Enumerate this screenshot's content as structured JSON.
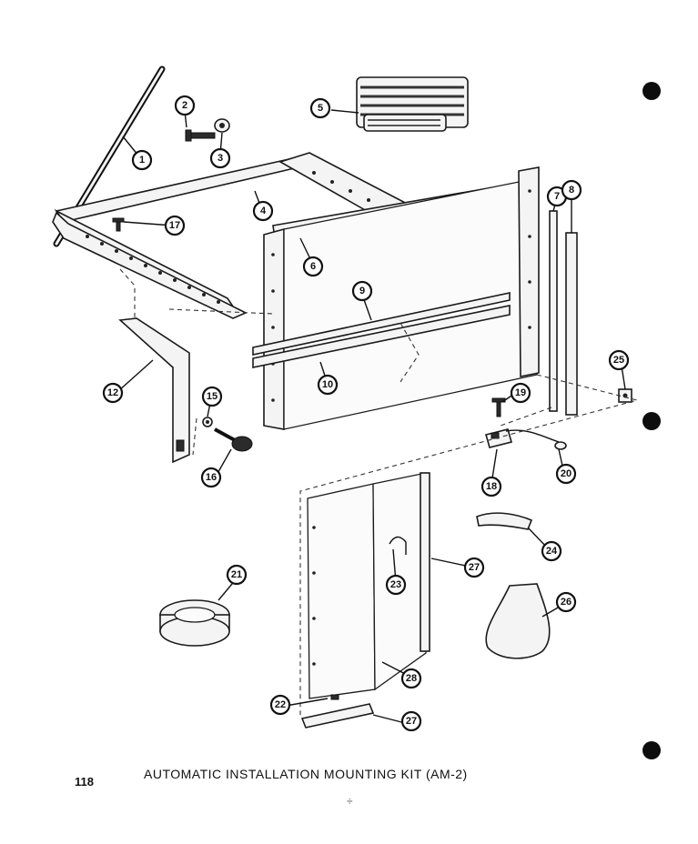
{
  "caption": {
    "title": "AUTOMATIC  INSTALLATION  MOUNTING  KIT (AM-2)",
    "page_number": "118"
  },
  "callouts": [
    "1",
    "2",
    "3",
    "5",
    "4",
    "17",
    "6",
    "7",
    "8",
    "9",
    "10",
    "12",
    "15",
    "16",
    "25",
    "19",
    "18",
    "20",
    "21",
    "23",
    "27",
    "24",
    "26",
    "28",
    "22",
    "27"
  ],
  "decor": {
    "page_mark": "÷"
  }
}
